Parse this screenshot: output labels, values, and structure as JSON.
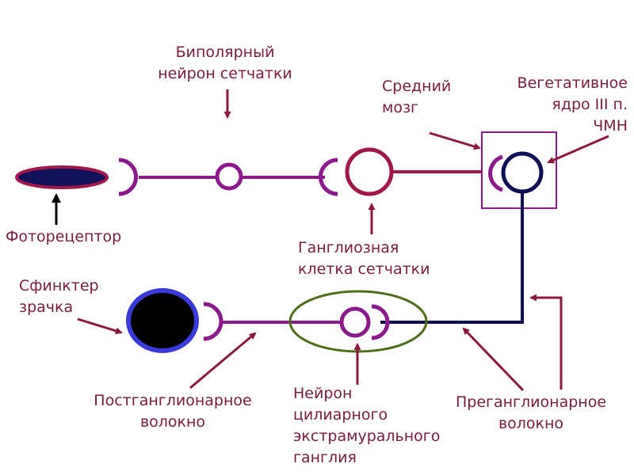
{
  "colors": {
    "label": "#7a1c3b",
    "purple_fiber": "#8b1a8b",
    "maroon_fiber": "#a0184a",
    "navy_fiber": "#0f0f55",
    "olive_ganglion": "#4e6e1a",
    "arrow_maroon": "#8b1a3e",
    "pupil_ring": "#3a3ad8",
    "pupil_fill": "#000000",
    "photoreceptor_fill": "#12125a",
    "photoreceptor_ring": "#a0184a"
  },
  "labels": {
    "bipolar": [
      "Биполярный",
      "нейрон сетчатки"
    ],
    "midbrain": [
      "Средний",
      "мозг"
    ],
    "vegetative": [
      "Вегетативное",
      "ядро III п.",
      "ЧМН"
    ],
    "photoreceptor": [
      "Фоторецептор"
    ],
    "ganglion_cell": [
      "Ганглиозная",
      "клетка сетчатки"
    ],
    "sphincter": [
      "Сфинктер",
      "зрачка"
    ],
    "postganglionic": [
      "Постганглионарное",
      "волокно"
    ],
    "ciliary": [
      "Нейрон",
      "цилиарного",
      "экстрамурального",
      "ганглия"
    ],
    "preganglionic": [
      "Преганглионарное",
      "волокно"
    ]
  }
}
